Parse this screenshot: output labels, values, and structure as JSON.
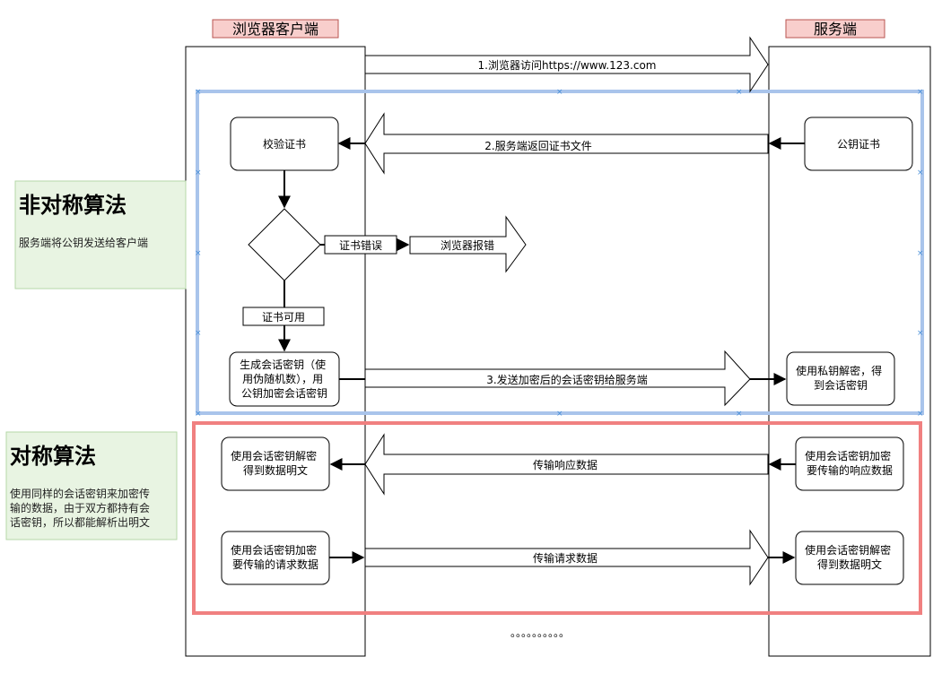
{
  "lanes": {
    "client": "浏览器客户端",
    "server": "服务端"
  },
  "messages": {
    "m1": "1.浏览器访问https://www.123.com",
    "m2": "2.服务端返回证书文件",
    "m3": "3.发送加密后的会话密钥给服务端",
    "response": "传输响应数据",
    "request": "传输请求数据"
  },
  "nodes": {
    "verify_cert": "校验证书",
    "public_key_cert": "公钥证书",
    "cert_error": "证书错误",
    "browser_error": "浏览器报错",
    "cert_ok": "证书可用",
    "gen_key": [
      "生成会话密钥（使",
      "用伪随机数），用",
      "公钥加密会话密钥"
    ],
    "private_decrypt": [
      "使用私钥解密，得",
      "到会话密钥"
    ],
    "client_decrypt": [
      "使用会话密钥解密",
      "得到数据明文"
    ],
    "server_encrypt": [
      "使用会话密钥加密",
      "要传输的响应数据"
    ],
    "client_encrypt": [
      "使用会话密钥加密",
      "要传输的请求数据"
    ],
    "server_decrypt": [
      "使用会话密钥解密",
      "得到数据明文"
    ]
  },
  "asymmetric": {
    "title": "非对称算法",
    "desc": "服务端将公钥发送给客户端"
  },
  "symmetric": {
    "title": "对称算法",
    "desc": [
      "使用同样的会话密钥来加密传",
      "输的数据，由于双方都持有会",
      "话密钥，所以都能解析出明文"
    ]
  },
  "ellipsis": "。。。。。。。。。。",
  "colors": {
    "lane_header_fill": "#f8cecc",
    "lane_header_stroke": "#b85450",
    "asym_border": "#a9c4eb",
    "sym_border": "#f08080",
    "note_fill": "#e8f4e2",
    "note_stroke": "#b6d7a8"
  }
}
